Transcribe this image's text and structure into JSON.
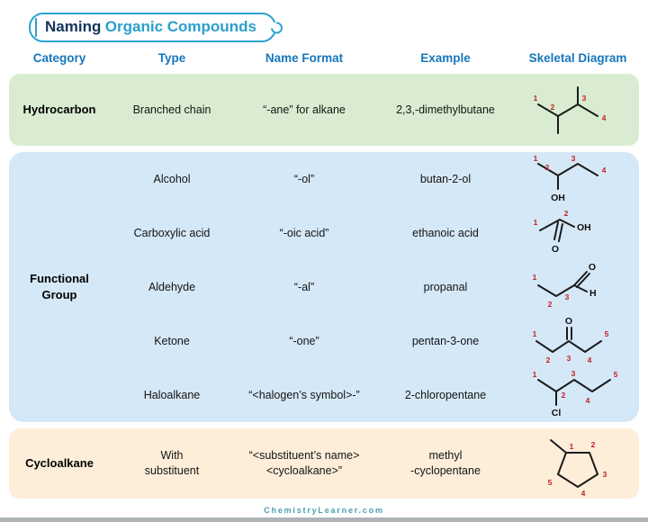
{
  "title": {
    "prefix": "Naming",
    "rest": "Organic Compounds"
  },
  "header": {
    "columns": [
      "Category",
      "Type",
      "Name Format",
      "Example",
      "Skeletal Diagram"
    ]
  },
  "sections": [
    {
      "category": "Hydrocarbon",
      "rows": [
        {
          "type": "Branched chain",
          "format": "“-ane” for alkane",
          "example": "2,3,-dimethylbutane"
        }
      ]
    },
    {
      "category": "Functional\nGroup",
      "rows": [
        {
          "type": "Alcohol",
          "format": "“-ol”",
          "example": "butan-2-ol"
        },
        {
          "type": "Carboxylic acid",
          "format": "“-oic acid”",
          "example": "ethanoic acid"
        },
        {
          "type": "Aldehyde",
          "format": "“-al”",
          "example": "propanal"
        },
        {
          "type": "Ketone",
          "format": "“-one”",
          "example": "pentan-3-one"
        },
        {
          "type": "Haloalkane",
          "format": "“<halogen’s symbol>-”",
          "example": "2-chloropentane"
        }
      ]
    },
    {
      "category": "Cycloalkane",
      "rows": [
        {
          "type": "With\nsubstituent",
          "format": "“<substituent’s name>\n<cycloalkane>”",
          "example": "methyl\n-cyclopentane"
        }
      ]
    }
  ],
  "mol": {
    "m1": {
      "n1": "1",
      "n2": "2",
      "n3": "3",
      "n4": "4"
    },
    "m2": {
      "n1": "1",
      "n2": "2",
      "n3": "3",
      "n4": "4",
      "oh": "OH"
    },
    "m3": {
      "n1": "1",
      "n2": "2",
      "oh": "OH",
      "o": "O"
    },
    "m4": {
      "n1": "1",
      "n2": "2",
      "n3": "3",
      "o": "O",
      "h": "H"
    },
    "m5": {
      "n1": "1",
      "n2": "2",
      "n3": "3",
      "n4": "4",
      "n5": "5",
      "o": "O"
    },
    "m6": {
      "n1": "1",
      "n2": "2",
      "n3": "3",
      "n4": "4",
      "n5": "5",
      "cl": "Cl"
    },
    "m7": {
      "n1": "1",
      "n2": "2",
      "n3": "3",
      "n4": "4",
      "n5": "5"
    }
  },
  "footer": {
    "text": "ChemistryLearner.com"
  },
  "colors": {
    "header_blue": "#1677bd",
    "title_teal": "#2ba3cd",
    "title_navy": "#14355e",
    "hydrocarbon_bg": "#d9ecd1",
    "functional_bg": "#d5e8f7",
    "cycloalkane_bg": "#fdeed9",
    "number_red": "#c32127",
    "bond_black": "#1b1b1b"
  }
}
